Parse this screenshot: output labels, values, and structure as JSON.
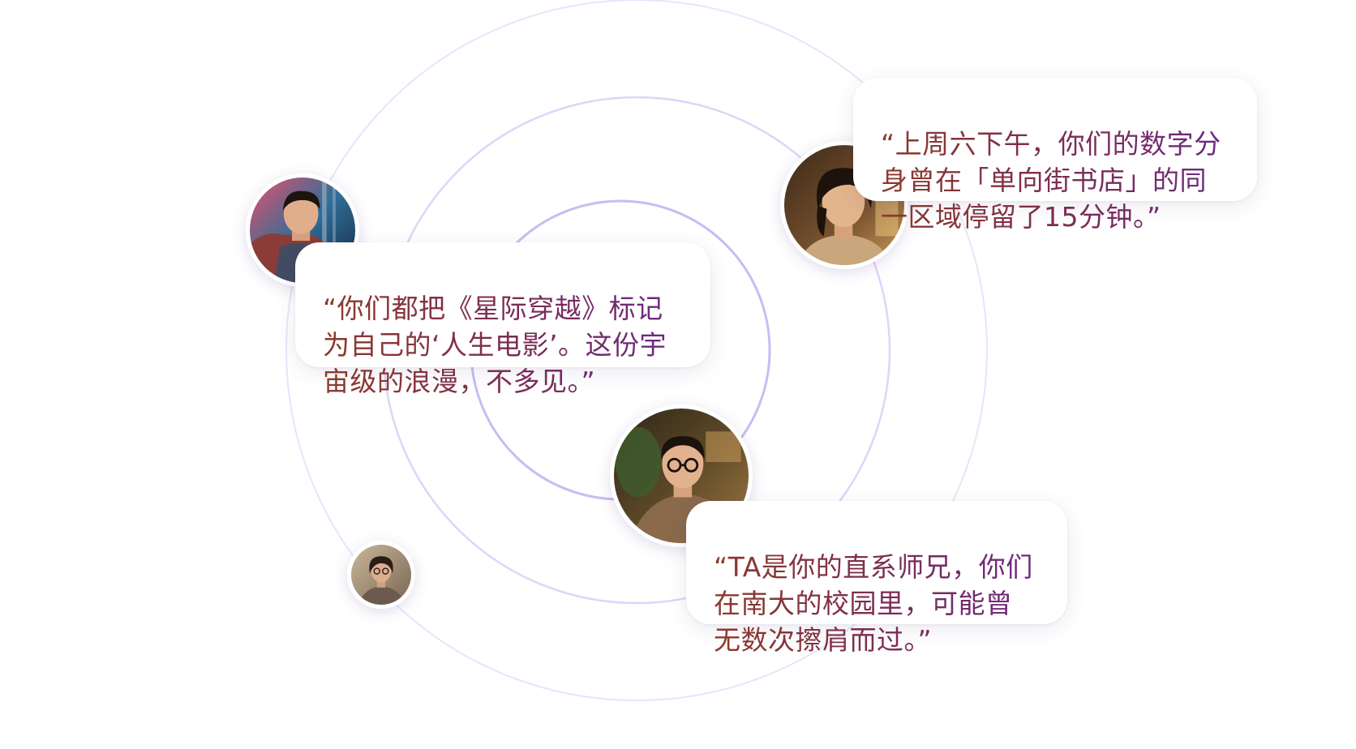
{
  "colors": {
    "ring": "#dcd3f7",
    "ring_inner": "#c2b3f0",
    "text_start": "#8c3a2a",
    "text_mid": "#7a2c55",
    "text_end": "#6a2a86"
  },
  "avatars": [
    {
      "name": "avatar-young-man-sports",
      "icon": "person-portrait"
    },
    {
      "name": "avatar-young-woman-window",
      "icon": "person-portrait"
    },
    {
      "name": "avatar-man-glasses-reading",
      "icon": "person-portrait"
    },
    {
      "name": "avatar-woman-glasses",
      "icon": "person-portrait"
    }
  ],
  "quotes": {
    "interstellar": "“你们都把《星际穿越》标记\n为自己的‘人生电影’。这份宇\n宙级的浪漫，不多见。”",
    "bookstore": "“上周六下午，你们的数字分\n身曾在「单向街书店」的同\n一区域停留了15分钟。”",
    "senior": "“TA是你的直系师兄，你们\n在南大的校园里，可能曾\n无数次擦肩而过。”"
  }
}
